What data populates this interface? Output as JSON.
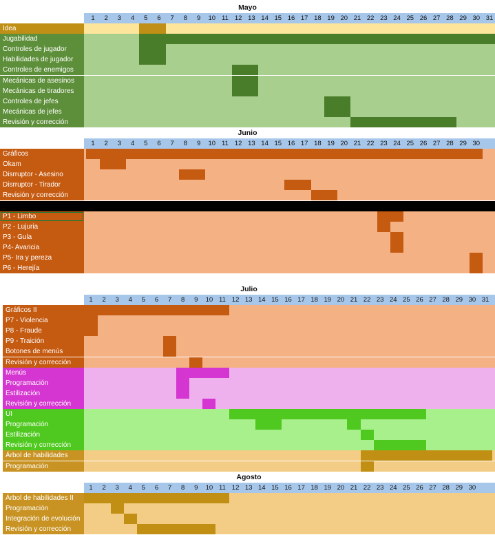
{
  "colors": {
    "day_header": "#a7c7ea",
    "mayo_label": "#5d8f3a",
    "mayo_fill": "#a9cf8e",
    "mayo_bar": "#4a7d2a",
    "idea_label": "#bf9015",
    "idea_fill": "#fde59b",
    "idea_bar": "#bf9015",
    "junio_label": "#c55a11",
    "junio_fill": "#f4b183",
    "junio_bar": "#c55a11",
    "menus_label": "#d535d0",
    "menus_fill": "#efb1ee",
    "menus_bar": "#d535d0",
    "ui_label": "#4fc91f",
    "ui_fill": "#a8f08b",
    "ui_bar": "#4fc91f",
    "arbol_label": "#c89323",
    "arbol_fill": "#f3cd86",
    "arbol_bar": "#c08f14"
  },
  "sections": [
    {
      "title": "Mayo",
      "days": 31,
      "rows": [
        {
          "label": "Idea",
          "theme": "idea",
          "bars": [
            [
              5,
              6
            ]
          ]
        },
        {
          "label": "Jugabilidad",
          "theme": "mayo",
          "bars": [
            [
              5,
              31
            ]
          ]
        },
        {
          "label": "Controles de jugador",
          "theme": "mayo",
          "bars": [
            [
              5,
              6
            ]
          ]
        },
        {
          "label": "Habilidades de jugador",
          "theme": "mayo",
          "bars": [
            [
              5,
              6
            ]
          ]
        },
        {
          "label": "Controles de enemigos",
          "theme": "mayo",
          "bars": [
            [
              12,
              13
            ]
          ]
        },
        {
          "label": "Mecánicas de asesinos",
          "theme": "mayo",
          "bars": [
            [
              12,
              13
            ]
          ]
        },
        {
          "label": "Mecánicas de tiradores",
          "theme": "mayo",
          "bars": [
            [
              12,
              13
            ]
          ]
        },
        {
          "label": "Controles de jefes",
          "theme": "mayo",
          "bars": [
            [
              19,
              20
            ]
          ]
        },
        {
          "label": "Mecánicas de jefes",
          "theme": "mayo",
          "bars": [
            [
              19,
              20
            ]
          ]
        },
        {
          "label": "Revisión y corrección",
          "theme": "mayo",
          "bars": [
            [
              21,
              28
            ]
          ]
        }
      ]
    },
    {
      "title": "Junio",
      "days": 30,
      "rows": [
        {
          "label": "Gráficos",
          "theme": "junio",
          "bars": [
            [
              1,
              30
            ]
          ]
        },
        {
          "label": "Okam",
          "theme": "junio",
          "bars": [
            [
              2,
              3
            ]
          ]
        },
        {
          "label": "Disrruptor - Asesino",
          "theme": "junio",
          "bars": [
            [
              8,
              9
            ]
          ]
        },
        {
          "label": "Disrruptor - Tirador",
          "theme": "junio",
          "bars": [
            [
              16,
              17
            ]
          ]
        },
        {
          "label": "Revisión y corrección",
          "theme": "junio",
          "bars": [
            [
              18,
              19
            ]
          ]
        },
        {
          "label": "P1 - Limbo",
          "theme": "junio",
          "bars": [
            [
              23,
              24
            ]
          ],
          "selected": true
        },
        {
          "label": "P2 - Lujuria",
          "theme": "junio",
          "bars": [
            [
              23,
              23
            ]
          ]
        },
        {
          "label": "P3 - Gula",
          "theme": "junio",
          "bars": [
            [
              24,
              24
            ]
          ]
        },
        {
          "label": "P4- Avaricia",
          "theme": "junio",
          "bars": [
            [
              24,
              24
            ]
          ]
        },
        {
          "label": "P5- Ira y pereza",
          "theme": "junio",
          "bars": [
            [
              30,
              30
            ]
          ]
        },
        {
          "label": "P6 - Herejía",
          "theme": "junio",
          "bars": [
            [
              30,
              30
            ]
          ]
        }
      ]
    },
    {
      "title": "Julio",
      "days": 31,
      "rows": [
        {
          "label": "Gráficos II",
          "theme": "junio",
          "bars": [
            [
              1,
              11
            ]
          ]
        },
        {
          "label": "P7 - Violencia",
          "theme": "junio",
          "bars": [
            [
              1,
              1
            ]
          ]
        },
        {
          "label": "P8 - Fraude",
          "theme": "junio",
          "bars": [
            [
              1,
              1
            ]
          ]
        },
        {
          "label": "P9 - Traición",
          "theme": "junio",
          "bars": [
            [
              7,
              7
            ]
          ]
        },
        {
          "label": "Botones de menús",
          "theme": "junio",
          "bars": [
            [
              7,
              7
            ]
          ]
        },
        {
          "label": "Revisión y corrección",
          "theme": "junio",
          "bars": [
            [
              9,
              9
            ]
          ]
        },
        {
          "label": "Menús",
          "theme": "menus",
          "bars": [
            [
              8,
              11
            ]
          ]
        },
        {
          "label": "Programación",
          "theme": "menus",
          "bars": [
            [
              8,
              8
            ]
          ]
        },
        {
          "label": "Estilización",
          "theme": "menus",
          "bars": [
            [
              8,
              8
            ]
          ]
        },
        {
          "label": "Revisión y corrección",
          "theme": "menus",
          "bars": [
            [
              10,
              10
            ]
          ]
        },
        {
          "label": "UI",
          "theme": "ui",
          "bars": [
            [
              12,
              26
            ]
          ]
        },
        {
          "label": "Programación",
          "theme": "ui",
          "bars": [
            [
              14,
              15
            ],
            [
              21,
              21
            ]
          ]
        },
        {
          "label": "Estilización",
          "theme": "ui",
          "bars": [
            [
              22,
              22
            ]
          ]
        },
        {
          "label": "Revisión y corrección",
          "theme": "ui",
          "bars": [
            [
              23,
              26
            ]
          ]
        },
        {
          "label": "Árbol de habilidades",
          "theme": "arbol",
          "bars": [
            [
              22,
              31
            ]
          ]
        },
        {
          "label": "Programación",
          "theme": "arbol",
          "bars": [
            [
              22,
              22
            ]
          ]
        }
      ]
    },
    {
      "title": "Agosto",
      "days": 30,
      "rows": [
        {
          "label": "Árbol de habilidades II",
          "theme": "arbol",
          "bars": [
            [
              1,
              11
            ]
          ]
        },
        {
          "label": "Programación",
          "theme": "arbol",
          "bars": [
            [
              3,
              3
            ]
          ]
        },
        {
          "label": "Integración de evolución",
          "theme": "arbol",
          "bars": [
            [
              4,
              4
            ]
          ]
        },
        {
          "label": "Revisión y corrección",
          "theme": "arbol",
          "bars": [
            [
              5,
              10
            ]
          ]
        }
      ]
    }
  ]
}
